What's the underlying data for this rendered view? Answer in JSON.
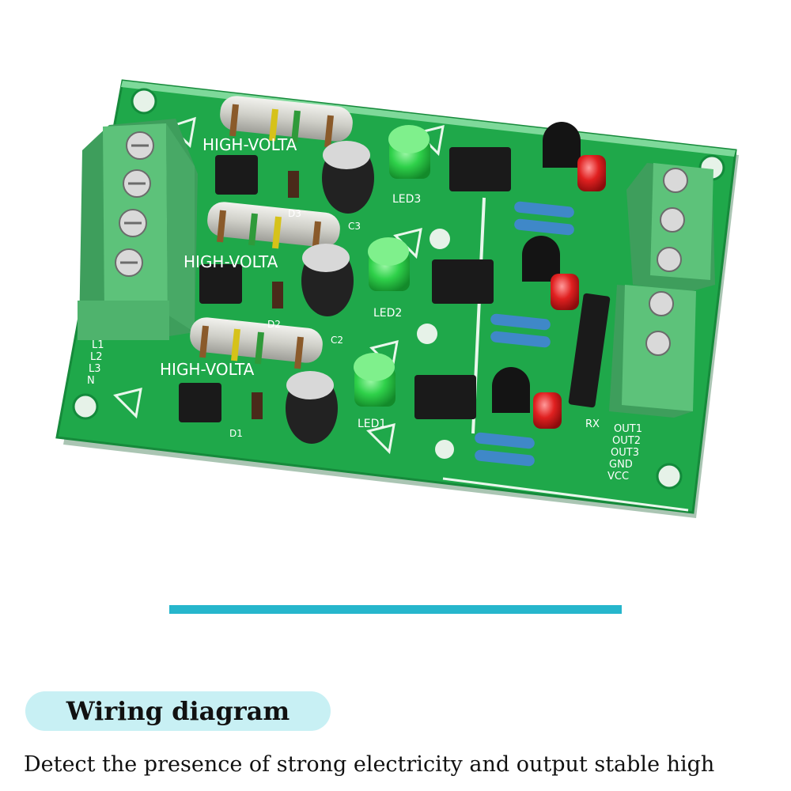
{
  "photo": {
    "board_labels": {
      "hv1": "HIGH-VOLTA",
      "hv2": "HIGH-VOLTA",
      "hv3": "HIGH-VOLTA",
      "led3": "LED3",
      "led2": "LED2",
      "led1": "LED1",
      "c3": "C3",
      "c2": "C2",
      "d3": "D3",
      "d2": "D2",
      "d1": "D1",
      "rx": "RX",
      "l1": "L1",
      "l2": "L2",
      "l3": "L3",
      "n": "N",
      "out1": "OUT1",
      "out2": "OUT2",
      "out3": "OUT3",
      "gnd": "GND",
      "vcc": "VCC"
    },
    "colors": {
      "pcb": "#1fa84a",
      "terminal": "#5dc27a",
      "led_green": "#2fd14a",
      "led_red": "#e02020"
    }
  },
  "section": {
    "badge_label": "Wiring diagram",
    "description": "Detect the presence of strong electricity and output stable high"
  },
  "colors": {
    "divider": "#26b6cc",
    "badge_bg": "#c8f0f4"
  }
}
